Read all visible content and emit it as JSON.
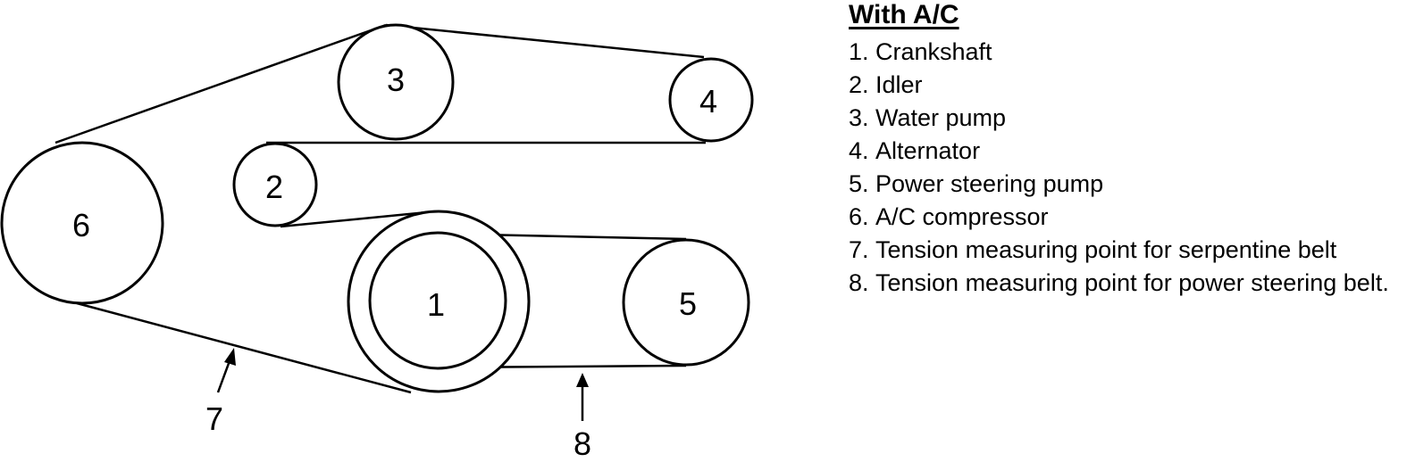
{
  "legend": {
    "title": "With A/C",
    "items": [
      {
        "num": "1.",
        "text": "Crankshaft"
      },
      {
        "num": "2.",
        "text": "Idler"
      },
      {
        "num": "3.",
        "text": "Water pump"
      },
      {
        "num": "4.",
        "text": "Alternator"
      },
      {
        "num": "5.",
        "text": "Power steering pump"
      },
      {
        "num": "6.",
        "text": "A/C compressor"
      },
      {
        "num": "7.",
        "text": "Tension measuring point for serpentine belt"
      },
      {
        "num": "8.",
        "text": "Tension measuring point for power steering belt."
      }
    ]
  },
  "diagram": {
    "pulley_labels": {
      "p1": "1",
      "p2": "2",
      "p3": "3",
      "p4": "4",
      "p5": "5",
      "p6": "6"
    },
    "pointer_labels": {
      "p7": "7",
      "p8": "8"
    }
  }
}
